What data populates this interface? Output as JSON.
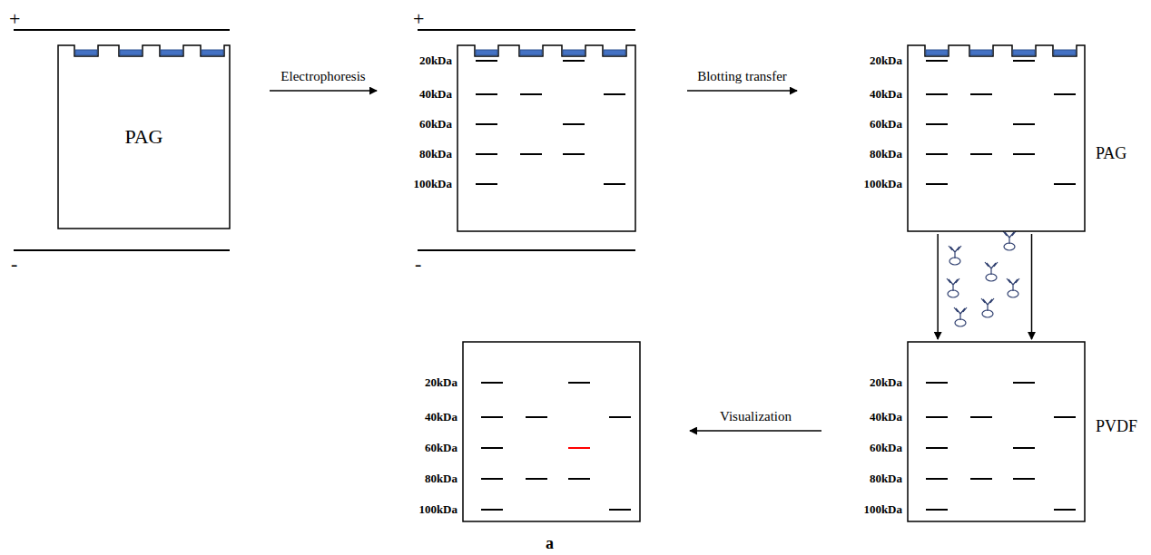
{
  "diagram": {
    "nodes": [
      {
        "text": [
          "PAG"
        ]
      },
      {
        "text": [
          "20kDa",
          "40kDa",
          "60kDa",
          "80kDa",
          "100kDa"
        ]
      },
      {
        "text": [
          "20kDa",
          "40kDa",
          "60kDa",
          "80kDa",
          "100kDa",
          "PAG"
        ]
      },
      {
        "text": [
          "20kDa",
          "40kDa",
          "60kDa",
          "80kDa",
          "100kDa",
          "PVDF"
        ]
      },
      {
        "text": [
          "20kDa",
          "40kDa",
          "60kDa",
          "80kDa",
          "100kDa"
        ]
      }
    ],
    "edges": [
      {
        "from": 0,
        "to": 1,
        "arrow": "to",
        "label": "Electrophoresis"
      },
      {
        "from": 1,
        "to": 2,
        "arrow": "to",
        "label": "Blotting transfer"
      },
      {
        "from": 2,
        "to": 3,
        "arrow": "to"
      },
      {
        "from": 2,
        "to": 3,
        "arrow": "to"
      },
      {
        "from": 3,
        "to": 4,
        "arrow": "to",
        "label": "Visualization"
      }
    ],
    "labels": [
      "+",
      "-",
      "+",
      "-",
      "a"
    ]
  }
}
